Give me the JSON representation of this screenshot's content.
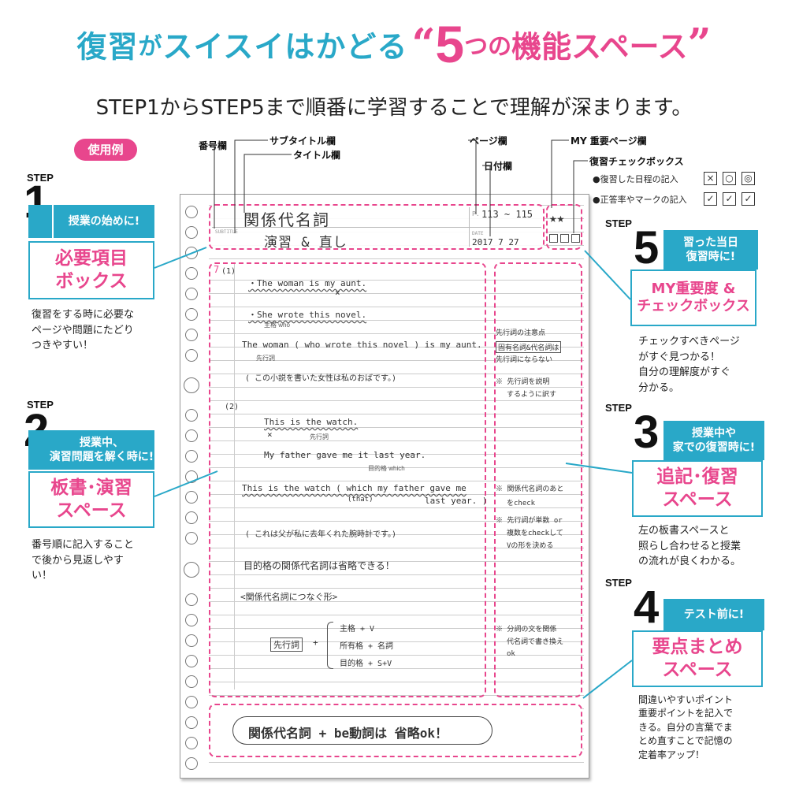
{
  "headline": {
    "part1_a": "復習",
    "part1_b": "が",
    "part1_c": "スイスイはかどる",
    "quote_open": "“",
    "number": "5",
    "part2_a": "つの",
    "part2_b": "機能スペース",
    "quote_close": "”"
  },
  "subhead": "STEP1からSTEP5まで順番に学習することで理解が深まります。",
  "example_badge": "使用例",
  "field_labels": {
    "number": "番号欄",
    "subtitle": "サブタイトル欄",
    "title": "タイトル欄",
    "page": "ページ欄",
    "date": "日付欄",
    "my_important": "MY 重要ページ欄",
    "review_check": "復習チェックボックス"
  },
  "legend": {
    "review_dates": "●復習した日程の記入",
    "correct_marks": "●正答率やマークの記入",
    "symbols_row1": [
      "×",
      "○",
      "◎"
    ],
    "symbols_row2": [
      "✓",
      "✓",
      "✓"
    ]
  },
  "steps": [
    {
      "label": "STEP",
      "num": "1",
      "bar": "授業の始めに!",
      "title_l1": "必要項目",
      "title_l2": "ボックス",
      "desc": [
        "復習をする時に必要な",
        "ページや問題にたどり",
        "つきやすい！"
      ]
    },
    {
      "label": "STEP",
      "num": "2",
      "bar_l1": "授業中、",
      "bar_l2": "演習問題を解く時に!",
      "title_l1": "板書･演習",
      "title_l2": "スペース",
      "desc": [
        "番号順に記入すること",
        "で後から見返しやす",
        "い！"
      ]
    },
    {
      "label": "STEP",
      "num": "3",
      "bar_l1": "授業中や",
      "bar_l2": "家での復習時に!",
      "title_l1": "追記･復習",
      "title_l2": "スペース",
      "desc": [
        "左の板書スペースと",
        "照らし合わせると授業",
        "の流れが良くわかる。"
      ]
    },
    {
      "label": "STEP",
      "num": "4",
      "bar": "テスト前に!",
      "title_l1": "要点まとめ",
      "title_l2": "スペース",
      "desc": [
        "間違いやすいポイント",
        "重要ポイントを記入で",
        "きる。自分の言葉でま",
        "とめ直すことで記憶の",
        "定着率アップ！"
      ]
    },
    {
      "label": "STEP",
      "num": "5",
      "bar_l1": "習った当日",
      "bar_l2": "復習時に!",
      "title_l1": "MY重要度 &",
      "title_l2": "チェックボックス",
      "desc": [
        "チェックすべきページ",
        "がすぐ見つかる！",
        "自分の理解度がすぐ",
        "分かる。"
      ]
    }
  ],
  "notebook": {
    "number_mark": "7",
    "title": "関係代名詞",
    "subtitle": "演習 & 直し",
    "subtitle_tag": "SUBTITLE",
    "page_prefix": "P.",
    "page_value": "113 ~ 115",
    "date_tag": "DATE",
    "date_value": "2017  7  27",
    "stars": "★★",
    "lines": {
      "q1": "(1)",
      "l1": "・The woman is my aunt.",
      "l1_x": "×",
      "l2": "・She wrote this novel.",
      "l2_note": "主格 who",
      "l3": "The woman ( who wrote this novel ) is my aunt.",
      "l3_note": "先行詞",
      "l4": "( この小説を書いた女性は私のおばです。)",
      "q2": "(2)",
      "l5": "This is the watch.",
      "l5_x": "×",
      "l5_note": "先行詞",
      "l6": "My father gave me it last year.",
      "l6_note": "目的格 which",
      "l7": "This is the watch ( which my father gave me",
      "l7b_a": "(that)",
      "l7b_b": "last year. )",
      "l8": "( これは父が私に去年くれた腕時計です。)",
      "l9": "目的格の関係代名詞は省略できる！",
      "l10": "<関係代名詞につなぐ形>",
      "antecedent": "先行詞",
      "plus": "+",
      "form1": "主格   +  V",
      "form2": "所有格  +  名詞",
      "form3": "目的格  +  S+V"
    },
    "notes": {
      "n1": "先行詞の注意点",
      "n2": "固有名詞&代名詞は",
      "n3": "先行詞にならない",
      "n4": "※ 先行詞を説明",
      "n5": "するように訳す",
      "n6": "※ 関係代名詞のあと",
      "n7": "をcheck",
      "n8": "※ 先行詞が単数 or",
      "n9": "複数をcheckして",
      "n10": "Vの形を決める",
      "n11": "※ 分詞の文を関係",
      "n12": "代名詞で書き換え",
      "n13": "ok"
    },
    "summary": "関係代名詞 + be動詞は 省略ok！"
  },
  "colors": {
    "teal": "#29a8c8",
    "pink": "#e8468d"
  }
}
